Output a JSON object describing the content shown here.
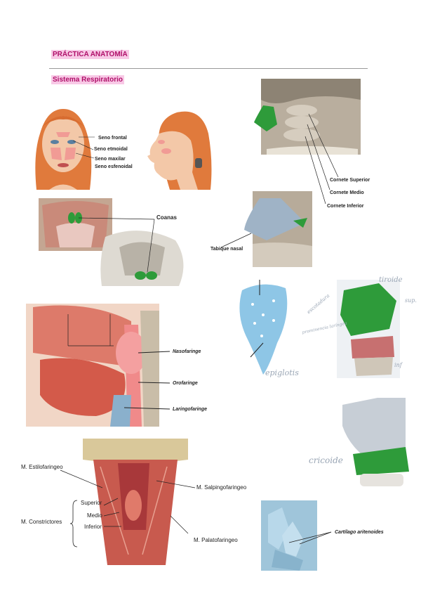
{
  "header": {
    "title": "PRÁCTICA ANATOMÍA",
    "subtitle": "Sistema Respiratorio"
  },
  "labels": {
    "sinuses": {
      "frontal": "Seno frontal",
      "ethmoidal": "Seno etmoidal",
      "maxillary": "Seno maxilar",
      "sphenoidal": "Seno esfenoidal"
    },
    "turbinates": {
      "superior": "Cornete Superior",
      "middle": "Cornete Medio",
      "inferior": "Cornete Inferior"
    },
    "choanae": "Coanas",
    "septum": "Tabique nasal",
    "pharynx": {
      "naso": "Nasofaringe",
      "oro": "Orofaringe",
      "laryngo": "Laringofaringe"
    },
    "muscles": {
      "stylopharyngeus": "M. Estilofaringeo",
      "salpingopharyngeus": "M. Salpingofaringeo",
      "constrictors": "M. Constrictores",
      "superior": "Superior",
      "middle": "Medio",
      "inferior": "Inferior",
      "palatopharyngeus": "M. Palatofaringeo"
    },
    "handwritten": {
      "epiglottis": "epiglotis",
      "thyroid": "tiroide",
      "cricoid": "cricoide",
      "sup": "sup.",
      "inf": "inf",
      "escotadura": "escotadura",
      "prominencia": "prominencia laríngea"
    },
    "arytenoid": "Cartílago aritenoides"
  },
  "colors": {
    "accent_text": "#b0106a",
    "highlight": "#f8c9e6",
    "green": "#2e9b3a",
    "bone": "#cfc6b8",
    "muscle": "#c8645a",
    "blue_cartilage": "#8ec6e6"
  }
}
